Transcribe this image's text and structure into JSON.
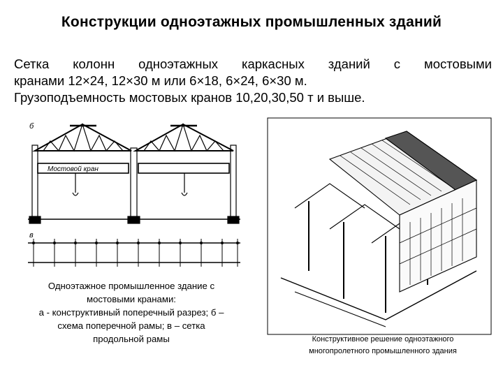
{
  "slide": {
    "title": "Конструкции одноэтажных промышленных зданий",
    "body_lines": [
      "Сетка колонн  одноэтажных каркасных зданий с мостовыми",
      "кранами 12×24, 12×30 м или 6×18, 6×24, 6×30 м.",
      "Грузоподъемность мостовых кранов 10,20,30,50 т и выше."
    ]
  },
  "figure_left": {
    "label_top": "б",
    "label_bottom": "в",
    "crane_label": "Мостовой кран",
    "caption_lines": [
      "Одноэтажное промышленное здание с",
      "мостовыми кранами:",
      "а - конструктивный поперечный разрез; б –",
      "схема поперечной рамы; в – сетка",
      "продольной рамы"
    ]
  },
  "figure_right": {
    "caption_lines": [
      "Конструктивное решение одноэтажного",
      "многопролетного промышленного здания"
    ]
  }
}
